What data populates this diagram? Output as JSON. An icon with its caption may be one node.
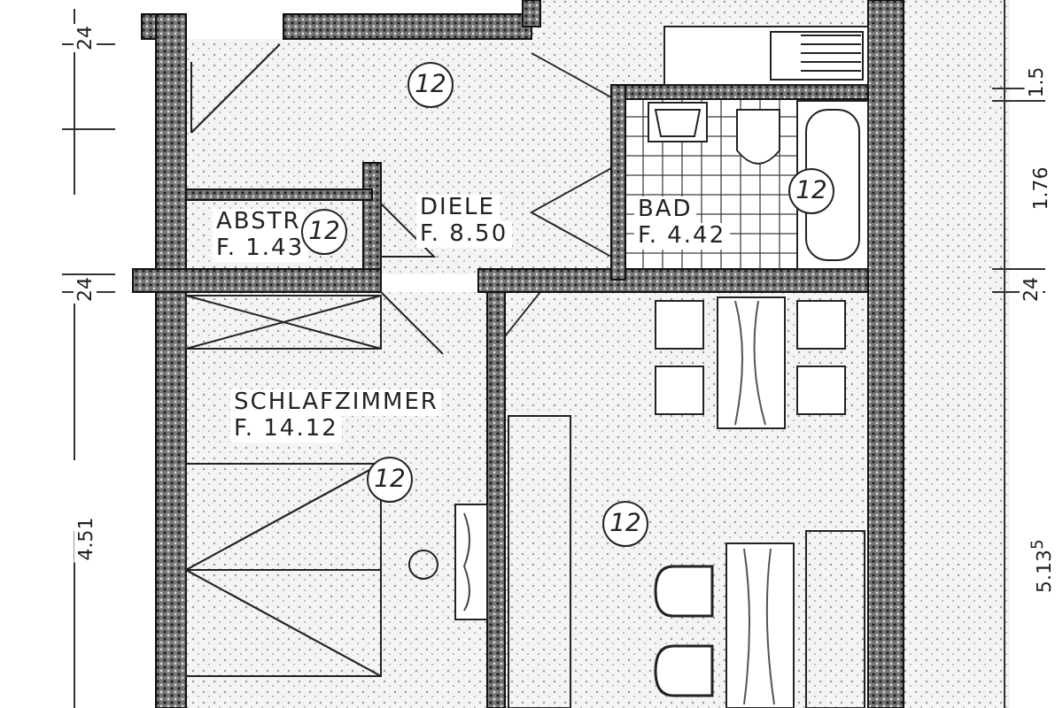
{
  "diagram": {
    "nodes": [
      {
        "text": [
          "DIELE",
          "F. 8.50"
        ]
      },
      {
        "text": [
          "ABSTR",
          "F. 1.43"
        ]
      },
      {
        "text": [
          "BAD",
          "F. 4.42"
        ]
      },
      {
        "text": [
          "SCHLAFZIMMER",
          "F. 14.12"
        ]
      }
    ],
    "labels": [
      "24",
      "1.5",
      "12",
      "12",
      "12",
      "1.76",
      "24",
      "24",
      "12",
      "4.51",
      "12",
      "5.13$^{5}$"
    ]
  }
}
